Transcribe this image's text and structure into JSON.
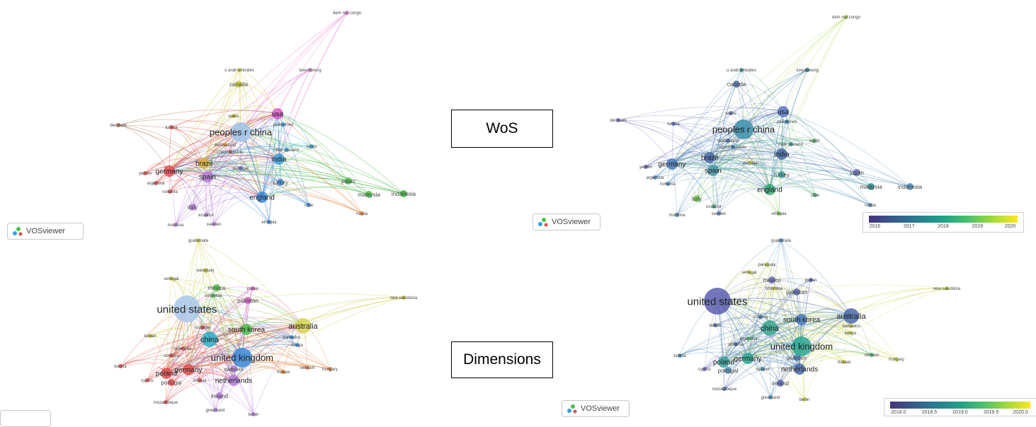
{
  "labels": {
    "wos": "WoS",
    "dimensions": "Dimensions"
  },
  "badge": {
    "text": "VOSviewer"
  },
  "legend_wos": {
    "ticks": [
      "2016",
      "2017",
      "2018",
      "2019",
      "2020"
    ]
  },
  "legend_dim": {
    "ticks": [
      "2018.0",
      "2018.5",
      "2019.0",
      "2019.5",
      "2020.0"
    ]
  },
  "networks": {
    "wos": {
      "nodes": [
        {
          "label": "dem rep congo",
          "size": 1,
          "cluster": "#e48ad6",
          "year": "#a6d64a"
        },
        {
          "label": "u arab emirates",
          "size": 1,
          "cluster": "#c9c93a",
          "year": "#3b8f8f"
        },
        {
          "label": "luxembourg",
          "size": 1,
          "cluster": "#e48ad6",
          "year": "#2d6f8e"
        },
        {
          "label": "canada",
          "size": 2,
          "cluster": "#c9c93a",
          "year": "#4a6aa8"
        },
        {
          "label": "wales",
          "size": 1,
          "cluster": "#c9c93a",
          "year": "#6a7cc0"
        },
        {
          "label": "usa",
          "size": 3,
          "cluster": "#d95bc9",
          "year": "#5b78c2"
        },
        {
          "label": "philippines",
          "size": 1,
          "cluster": "#3aa0d8",
          "year": "#3a8fae"
        },
        {
          "label": "denmark",
          "size": 1,
          "cluster": "#b07050",
          "year": "#6a6ab8"
        },
        {
          "label": "tunisia",
          "size": 1,
          "cluster": "#e05050",
          "year": "#5b6fb8"
        },
        {
          "label": "peoples r china",
          "size": 5,
          "cluster": "#9fc4e8",
          "year": "#3d8faa"
        },
        {
          "label": "switzerland",
          "size": 1,
          "cluster": "#e3a33a",
          "year": "#4a6aa8"
        },
        {
          "label": "czech republic",
          "size": 1,
          "cluster": "#b07050",
          "year": "#4a72b0"
        },
        {
          "label": "new zealand",
          "size": 1,
          "cluster": "#3aa0d8",
          "year": "#3a8fae"
        },
        {
          "label": "egypt",
          "size": 1,
          "cluster": "#2bb3c9",
          "year": "#48b06a"
        },
        {
          "label": "brazil",
          "size": 3,
          "cluster": "#d7b33a",
          "year": "#4a6aa8"
        },
        {
          "label": "india",
          "size": 3,
          "cluster": "#3aa0d8",
          "year": "#4a6aa8"
        },
        {
          "label": "germany",
          "size": 3,
          "cluster": "#e05050",
          "year": "#4a7ab8"
        },
        {
          "label": "portugal",
          "size": 1,
          "cluster": "#8a6ac8",
          "year": "#c9d040"
        },
        {
          "label": "spain",
          "size": 3,
          "cluster": "#b67fd9",
          "year": "#4a9aa8"
        },
        {
          "label": "yemen",
          "size": 1,
          "cluster": "#e05050",
          "year": "#5a5ab0"
        },
        {
          "label": "argentina",
          "size": 1,
          "cluster": "#e05050",
          "year": "#4a8ab8"
        },
        {
          "label": "romania",
          "size": 1,
          "cluster": "#e05050",
          "year": "#4a8ab8"
        },
        {
          "label": "turkey",
          "size": 2,
          "cluster": "#3a8ad8",
          "year": "#3aa0a0"
        },
        {
          "label": "japan",
          "size": 2,
          "cluster": "#4ac04a",
          "year": "#6a6ab8"
        },
        {
          "label": "malaysia",
          "size": 2,
          "cluster": "#4ac04a",
          "year": "#2a8a8a"
        },
        {
          "label": "indonesia",
          "size": 2,
          "cluster": "#3aae3a",
          "year": "#4a8ab8"
        },
        {
          "label": "england",
          "size": 3,
          "cluster": "#3a8ad8",
          "year": "#3aa878"
        },
        {
          "label": "chile",
          "size": 1,
          "cluster": "#3a8ad8",
          "year": "#4ab070"
        },
        {
          "label": "russia",
          "size": 1,
          "cluster": "#e0803a",
          "year": "#4a8ab8"
        },
        {
          "label": "italy",
          "size": 2,
          "cluster": "#b67fd9",
          "year": "#7ac850"
        },
        {
          "label": "ecuador",
          "size": 1,
          "cluster": "#b67fd9",
          "year": "#4aa080"
        },
        {
          "label": "moldova",
          "size": 1,
          "cluster": "#b67fd9",
          "year": "#4a8ab8"
        },
        {
          "label": "sweden",
          "size": 1,
          "cluster": "#b67fd9",
          "year": "#5a7ac0"
        },
        {
          "label": "ethiopia",
          "size": 1,
          "cluster": "#3a8ad8",
          "year": "#7ac850"
        }
      ]
    },
    "dimensions": {
      "nodes": [
        {
          "label": "guatemala",
          "size": 1,
          "cluster": "#c9c93a",
          "year": "#4a8ab8"
        },
        {
          "label": "paraguay",
          "size": 1,
          "cluster": "#c9c93a",
          "year": "#c9d040"
        },
        {
          "label": "senegal",
          "size": 1,
          "cluster": "#c9c93a",
          "year": "#c9d040"
        },
        {
          "label": "mexico",
          "size": 2,
          "cluster": "#4ac04a",
          "year": "#6a6ab8"
        },
        {
          "label": "jordan",
          "size": 1,
          "cluster": "#d95bc9",
          "year": "#4a6aa8"
        },
        {
          "label": "colombia",
          "size": 1,
          "cluster": "#4ac04a",
          "year": "#c9d040"
        },
        {
          "label": "pakistan",
          "size": 2,
          "cluster": "#d95bc9",
          "year": "#5a6ab8"
        },
        {
          "label": "new caledonia",
          "size": 1,
          "cluster": "#c9c93a",
          "year": "#c9d040"
        },
        {
          "label": "united states",
          "size": 6,
          "cluster": "#a8c8ea",
          "year": "#5a5eae"
        },
        {
          "label": "australia",
          "size": 4,
          "cluster": "#d7d050",
          "year": "#4a6aa8"
        },
        {
          "label": "south korea",
          "size": 3,
          "cluster": "#4ac04a",
          "year": "#4a7ab8"
        },
        {
          "label": "taiwan",
          "size": 1,
          "cluster": "#c9c93a",
          "year": "#4a6aa8"
        },
        {
          "label": "china",
          "size": 4,
          "cluster": "#2bb3c9",
          "year": "#3aa890"
        },
        {
          "label": "uruguay",
          "size": 1,
          "cluster": "#e05050",
          "year": "#4a8ab8"
        },
        {
          "label": "barbados",
          "size": 1,
          "cluster": "#3a8ad8",
          "year": "#c9d040"
        },
        {
          "label": "argentina",
          "size": 1,
          "cluster": "#e05050",
          "year": "#4ab070"
        },
        {
          "label": "kenya",
          "size": 1,
          "cluster": "#3a8ad8",
          "year": "#c9d040"
        },
        {
          "label": "slovenia",
          "size": 1,
          "cluster": "#e05050",
          "year": "#4a6aa8"
        },
        {
          "label": "united kingdom",
          "size": 5,
          "cluster": "#3a8ad8",
          "year": "#2aa890"
        },
        {
          "label": "vietnam",
          "size": 1,
          "cluster": "#e0803a",
          "year": "#4ab070"
        },
        {
          "label": "hungary",
          "size": 1,
          "cluster": "#e0803a",
          "year": "#c9d040"
        },
        {
          "label": "tunisia",
          "size": 1,
          "cluster": "#e05050",
          "year": "#4a8ab8"
        },
        {
          "label": "germany",
          "size": 3,
          "cluster": "#e05050",
          "year": "#2aa890"
        },
        {
          "label": "sweden",
          "size": 2,
          "cluster": "#b67fd9",
          "year": "#4a8ab8"
        },
        {
          "label": "malawi",
          "size": 1,
          "cluster": "#e0803a",
          "year": "#c9d040"
        },
        {
          "label": "poland",
          "size": 3,
          "cluster": "#e05050",
          "year": "#3aa0a0"
        },
        {
          "label": "cyprus",
          "size": 1,
          "cluster": "#e05050",
          "year": "#6a6ab8"
        },
        {
          "label": "portugal",
          "size": 2,
          "cluster": "#e05050",
          "year": "#4a8ab8"
        },
        {
          "label": "iceland",
          "size": 1,
          "cluster": "#e05050",
          "year": "#4a8ab8"
        },
        {
          "label": "netherlands",
          "size": 3,
          "cluster": "#b67fd9",
          "year": "#4a6aa8"
        },
        {
          "label": "ireland",
          "size": 2,
          "cluster": "#b67fd9",
          "year": "#5a6ab8"
        },
        {
          "label": "mozambique",
          "size": 1,
          "cluster": "#e05050",
          "year": "#4a6aa8"
        },
        {
          "label": "greenland",
          "size": 1,
          "cluster": "#b67fd9",
          "year": "#4a8ab8"
        },
        {
          "label": "benin",
          "size": 1,
          "cluster": "#b67fd9",
          "year": "#c9d040"
        }
      ]
    }
  }
}
